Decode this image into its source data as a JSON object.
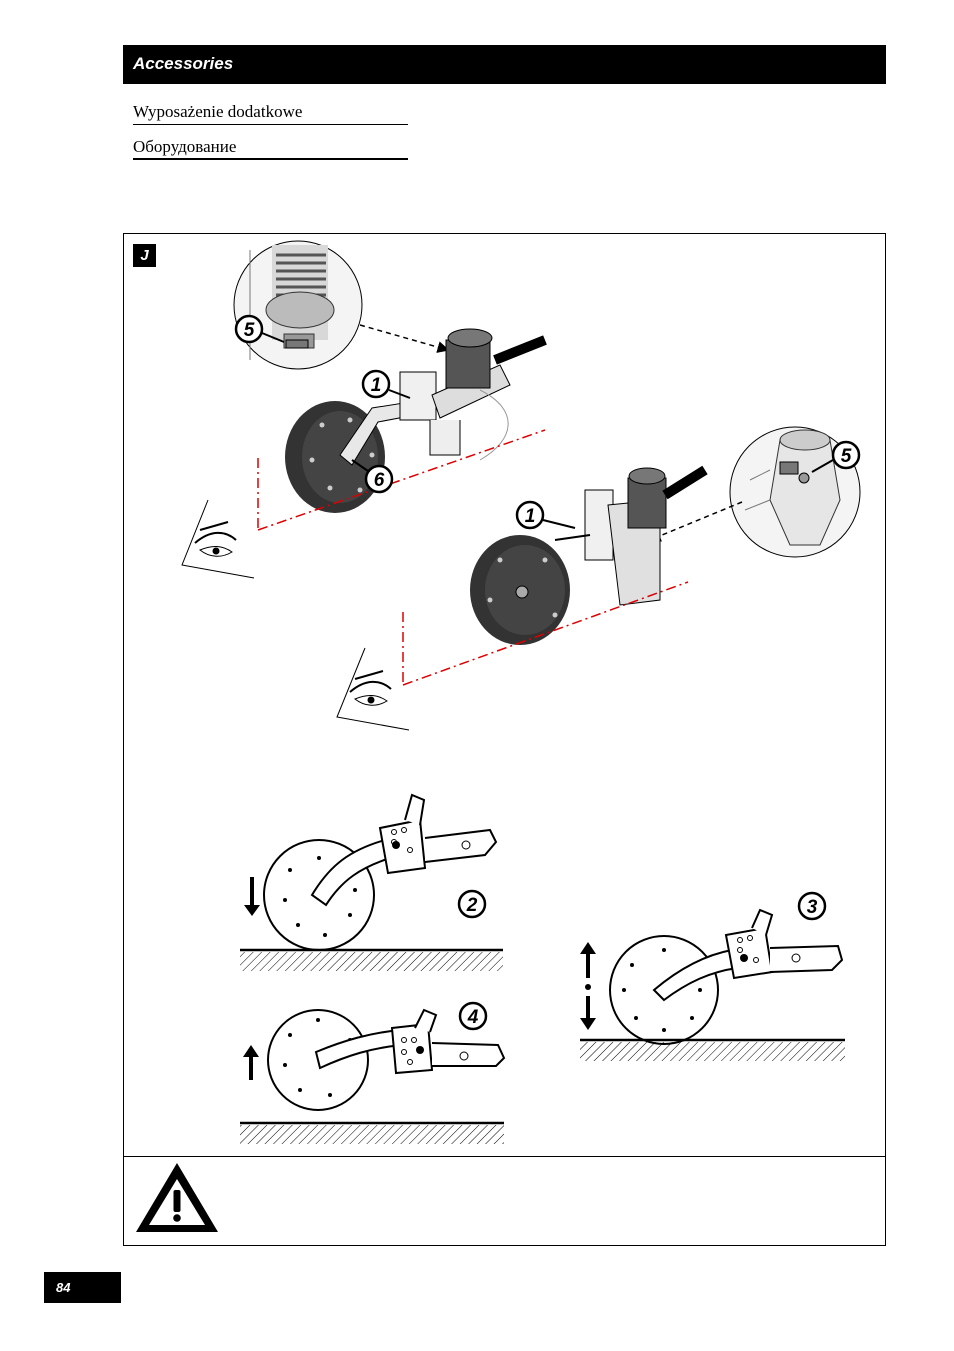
{
  "header": {
    "title": "Accessories"
  },
  "subtitles": [
    "Wyposażenie dodatkowe",
    "Оборудование"
  ],
  "figure": {
    "letter": "J",
    "callouts": {
      "c5a": "5",
      "c1a": "1",
      "c6": "6",
      "c5b": "5",
      "c1b": "1",
      "c2": "2",
      "c3": "3",
      "c4": "4"
    }
  },
  "warning": {
    "icon": "warning-triangle-icon"
  },
  "footer": {
    "page_number": "84"
  }
}
